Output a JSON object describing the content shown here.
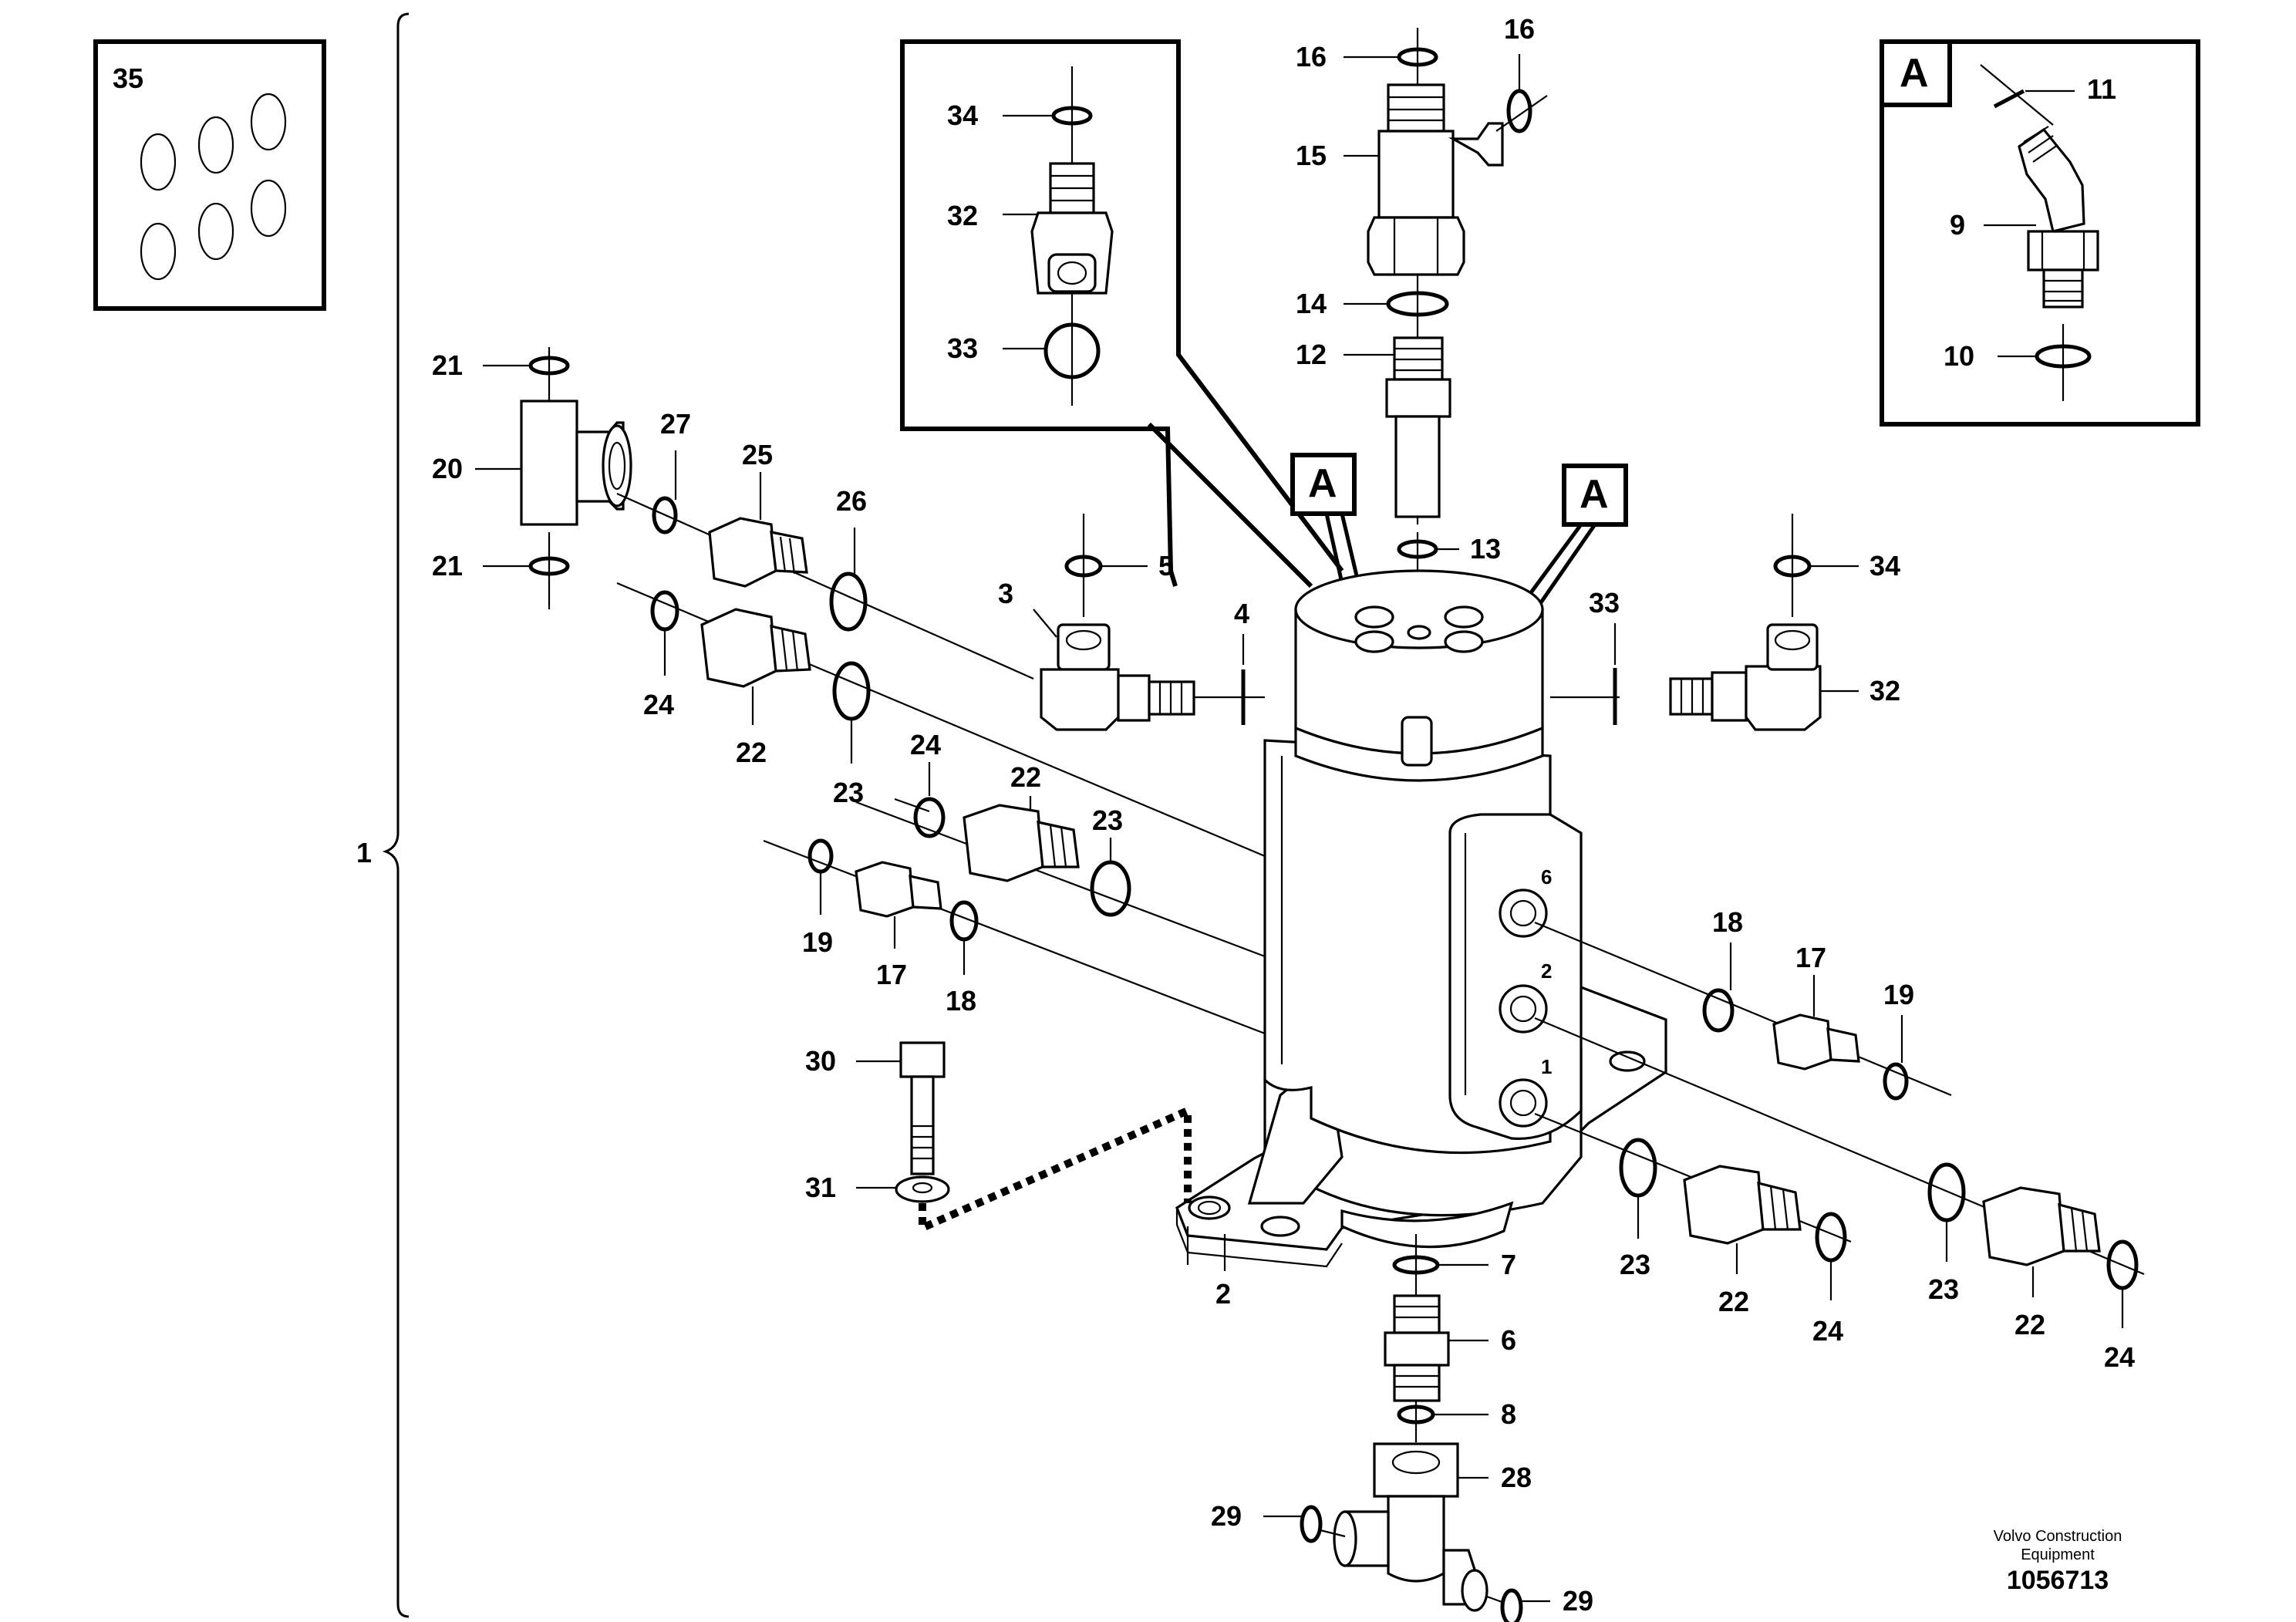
{
  "diagram": {
    "labels": {
      "l1": "1",
      "l2": "2",
      "l3": "3",
      "l4": "4",
      "l5": "5",
      "l6": "6",
      "l7": "7",
      "l8": "8",
      "l9": "9",
      "l10": "10",
      "l11": "11",
      "l12": "12",
      "l13": "13",
      "l14": "14",
      "l15": "15",
      "l16a": "16",
      "l16b": "16",
      "l17a": "17",
      "l17b": "17",
      "l18a": "18",
      "l18b": "18",
      "l19a": "19",
      "l19b": "19",
      "l20": "20",
      "l21a": "21",
      "l21b": "21",
      "l22a": "22",
      "l22b": "22",
      "l22c": "22",
      "l22d": "22",
      "l23a": "23",
      "l23b": "23",
      "l23c": "23",
      "l23d": "23",
      "l24a": "24",
      "l24b": "24",
      "l24c": "24",
      "l24d": "24",
      "l25": "25",
      "l26": "26",
      "l27": "27",
      "l28": "28",
      "l29a": "29",
      "l29b": "29",
      "l30": "30",
      "l31": "31",
      "l32a": "32",
      "l32b": "32",
      "l33a": "33",
      "l33b": "33",
      "l34a": "34",
      "l34b": "34",
      "l35": "35"
    },
    "detail_marker": "A",
    "port_numbers": {
      "p6": "6",
      "p2": "2",
      "p1": "1"
    }
  },
  "credit": {
    "line1": "Volvo Construction",
    "line2": "Equipment",
    "ref": "1056713"
  }
}
